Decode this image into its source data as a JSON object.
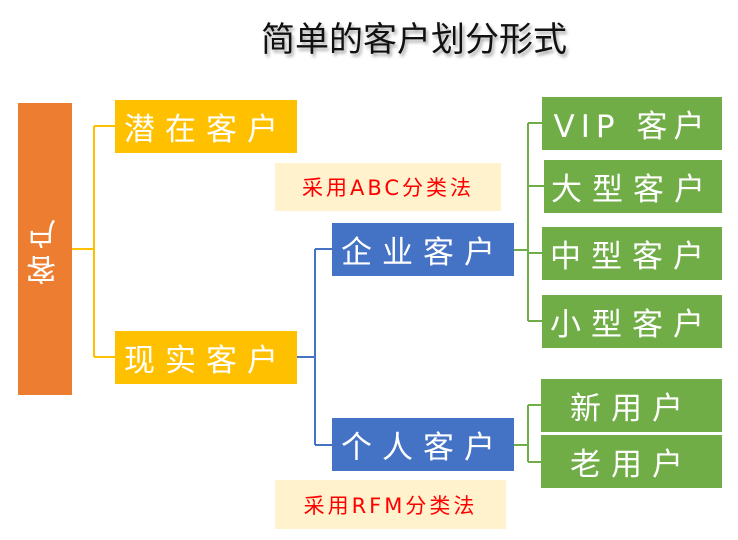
{
  "title": "简单的客户划分形式",
  "root": {
    "label": "客户",
    "color": "#ED7D31"
  },
  "level1": [
    {
      "label": "潜在客户",
      "color": "#FFC000"
    },
    {
      "label": "现实客户",
      "color": "#FFC000"
    }
  ],
  "level2": [
    {
      "label": "企业客户",
      "color": "#4472C4"
    },
    {
      "label": "个人客户",
      "color": "#4472C4"
    }
  ],
  "enterprise_children": [
    {
      "label": "VIP 客户"
    },
    {
      "label": "大型客户"
    },
    {
      "label": "中型客户"
    },
    {
      "label": "小型客户"
    }
  ],
  "individual_children": [
    {
      "label": "新用户"
    },
    {
      "label": "老用户"
    }
  ],
  "notes": {
    "abc": "采用ABC分类法",
    "rfm": "采用RFM分类法"
  },
  "colors": {
    "leaf_green": "#70AD47",
    "note_bg": "#FFF2CC",
    "note_text": "#FF0000"
  }
}
